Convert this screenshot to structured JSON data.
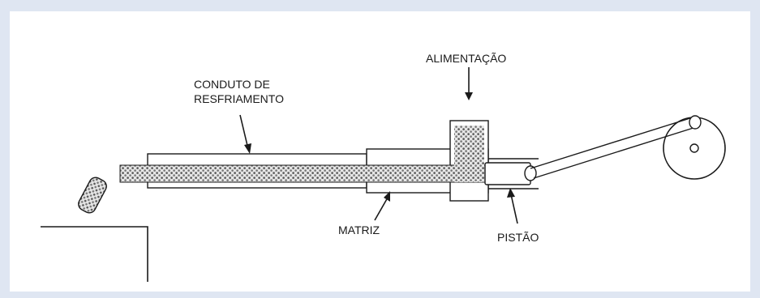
{
  "labels": {
    "feed": "ALIMENTAÇÃO",
    "cooling_line1": "CONDUTO DE",
    "cooling_line2": "RESFRIAMENTO",
    "die": "MATRIZ",
    "piston": "PISTÃO"
  },
  "colors": {
    "background": "#dfe6f2",
    "panel": "#ffffff",
    "ink": "#1a1a1a"
  }
}
